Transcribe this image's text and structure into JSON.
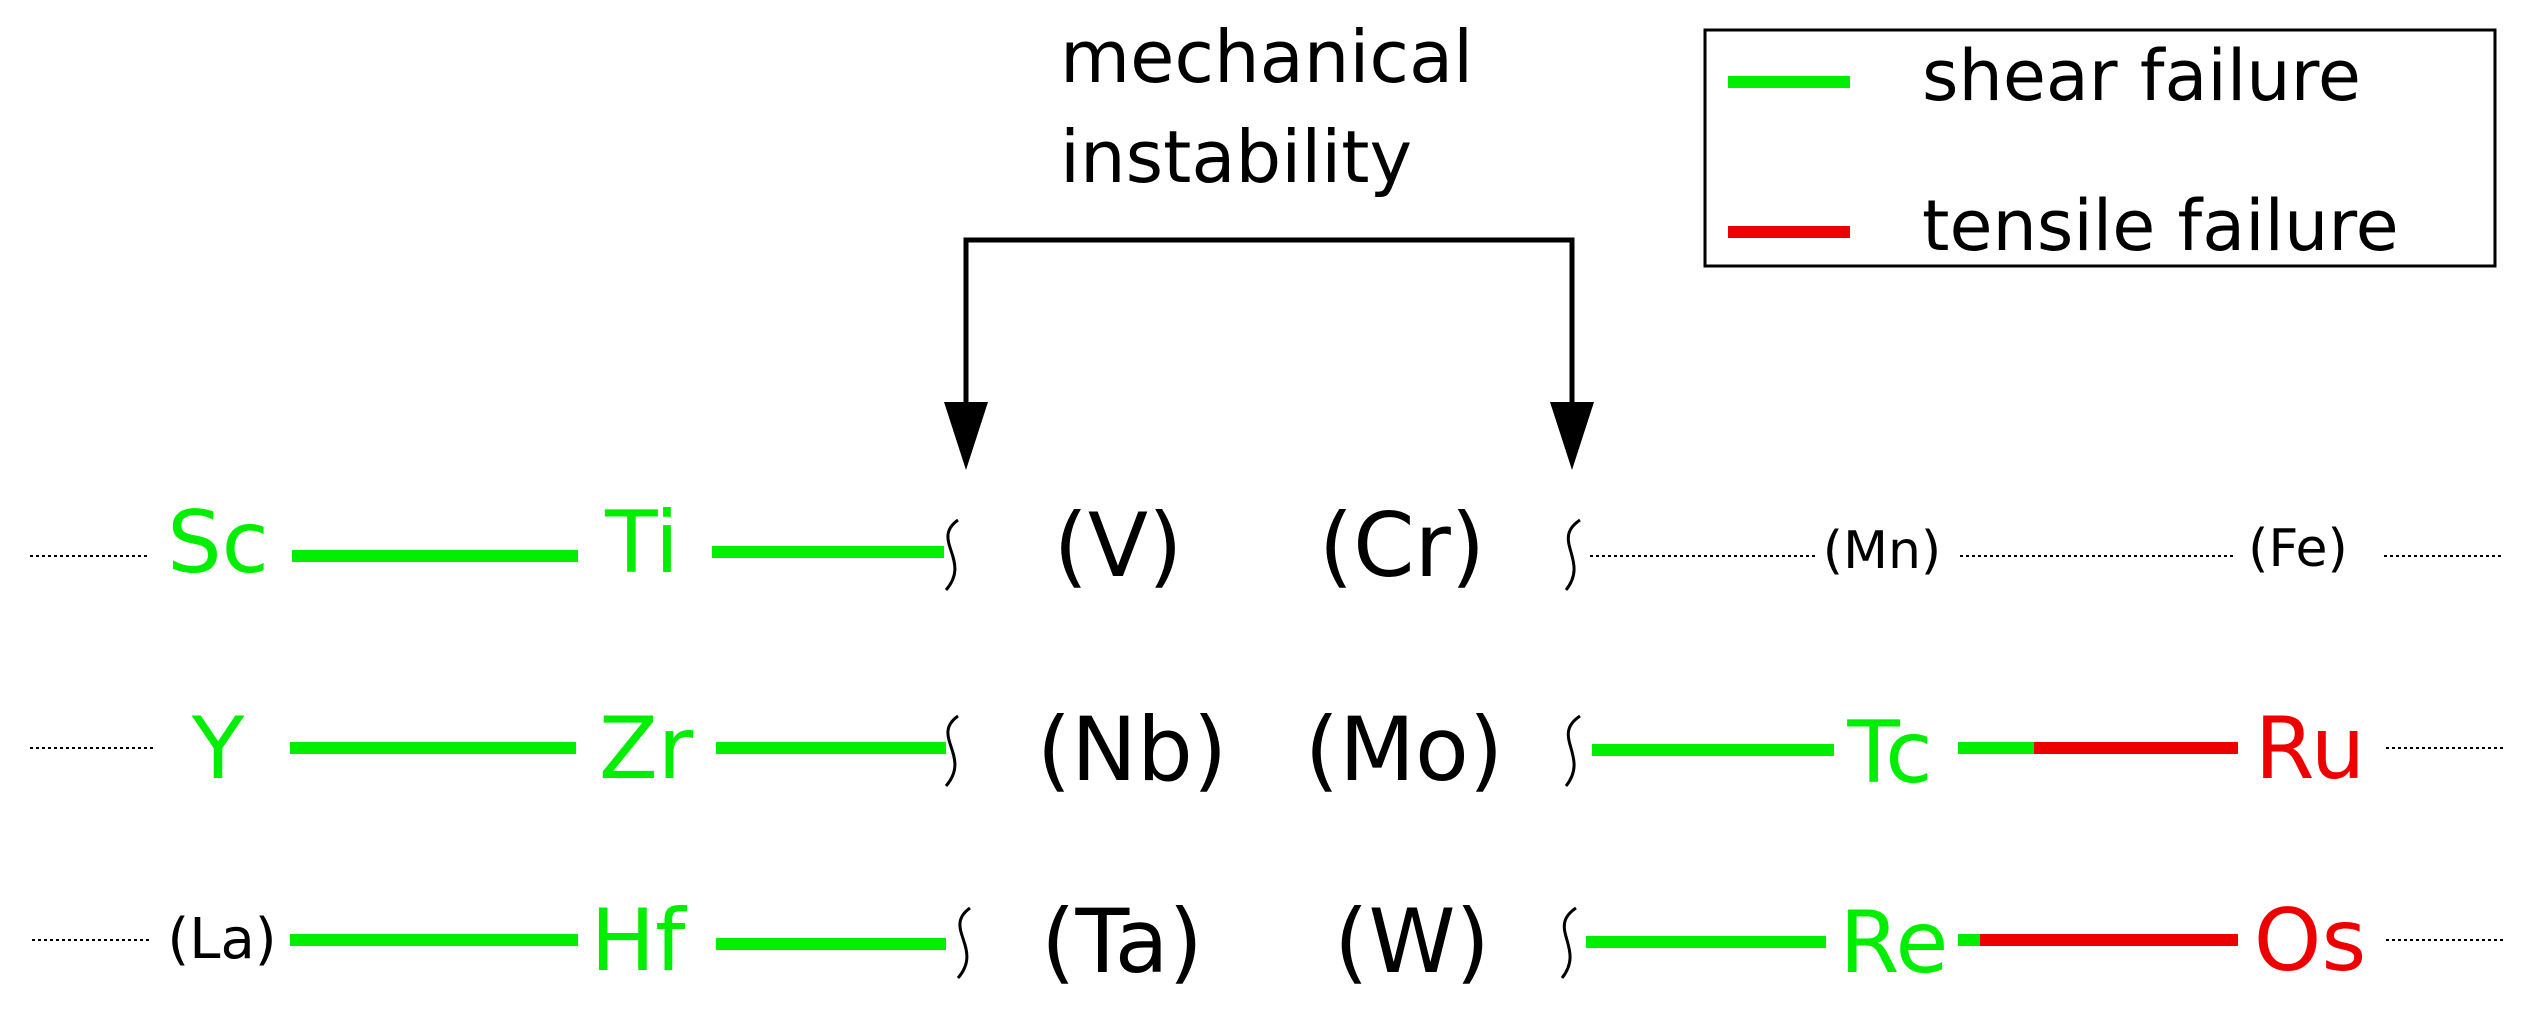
{
  "annotation": {
    "line1": "mechanical",
    "line2": "instability"
  },
  "legend": {
    "items": [
      {
        "label": "shear failure",
        "color": "#00ee00"
      },
      {
        "label": "tensile failure",
        "color": "#ee0000"
      }
    ]
  },
  "colors": {
    "shear": "#00ee00",
    "tensile": "#ee0000",
    "neutral": "#000000"
  },
  "rows": [
    {
      "elements": [
        {
          "symbol": "Sc",
          "state": "shear"
        },
        {
          "symbol": "Ti",
          "state": "shear"
        },
        {
          "symbol": "(V)",
          "state": "unstable"
        },
        {
          "symbol": "(Cr)",
          "state": "unstable"
        },
        {
          "symbol": "(Mn)",
          "state": "none"
        },
        {
          "symbol": "(Fe)",
          "state": "none"
        }
      ]
    },
    {
      "elements": [
        {
          "symbol": "Y",
          "state": "shear"
        },
        {
          "symbol": "Zr",
          "state": "shear"
        },
        {
          "symbol": "(Nb)",
          "state": "unstable"
        },
        {
          "symbol": "(Mo)",
          "state": "unstable"
        },
        {
          "symbol": "Tc",
          "state": "shear"
        },
        {
          "symbol": "Ru",
          "state": "tensile"
        }
      ]
    },
    {
      "elements": [
        {
          "symbol": "(La)",
          "state": "none"
        },
        {
          "symbol": "Hf",
          "state": "shear"
        },
        {
          "symbol": "(Ta)",
          "state": "unstable"
        },
        {
          "symbol": "(W)",
          "state": "unstable"
        },
        {
          "symbol": "Re",
          "state": "shear"
        },
        {
          "symbol": "Os",
          "state": "tensile"
        }
      ]
    }
  ]
}
